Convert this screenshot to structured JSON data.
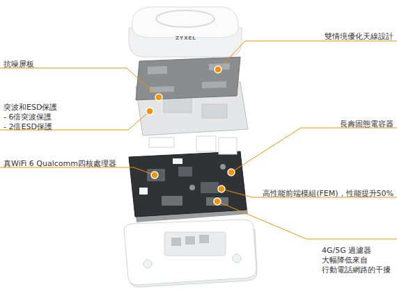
{
  "diagram": {
    "labels": [
      "ZYXEL",
      "雙情境優化天線設計",
      "抗噪屏板",
      "突波和ESD保護",
      "- 6倍突波保護",
      "- 2倍ESD保護",
      "真WiFi 6 Qualcomm四核處理器",
      "長壽固態電容器",
      "高性能前端模組(FEM)，性能提升50%",
      "4G/5G 過濾器",
      "大幅降低來自",
      "行動電話網路的干擾"
    ]
  }
}
